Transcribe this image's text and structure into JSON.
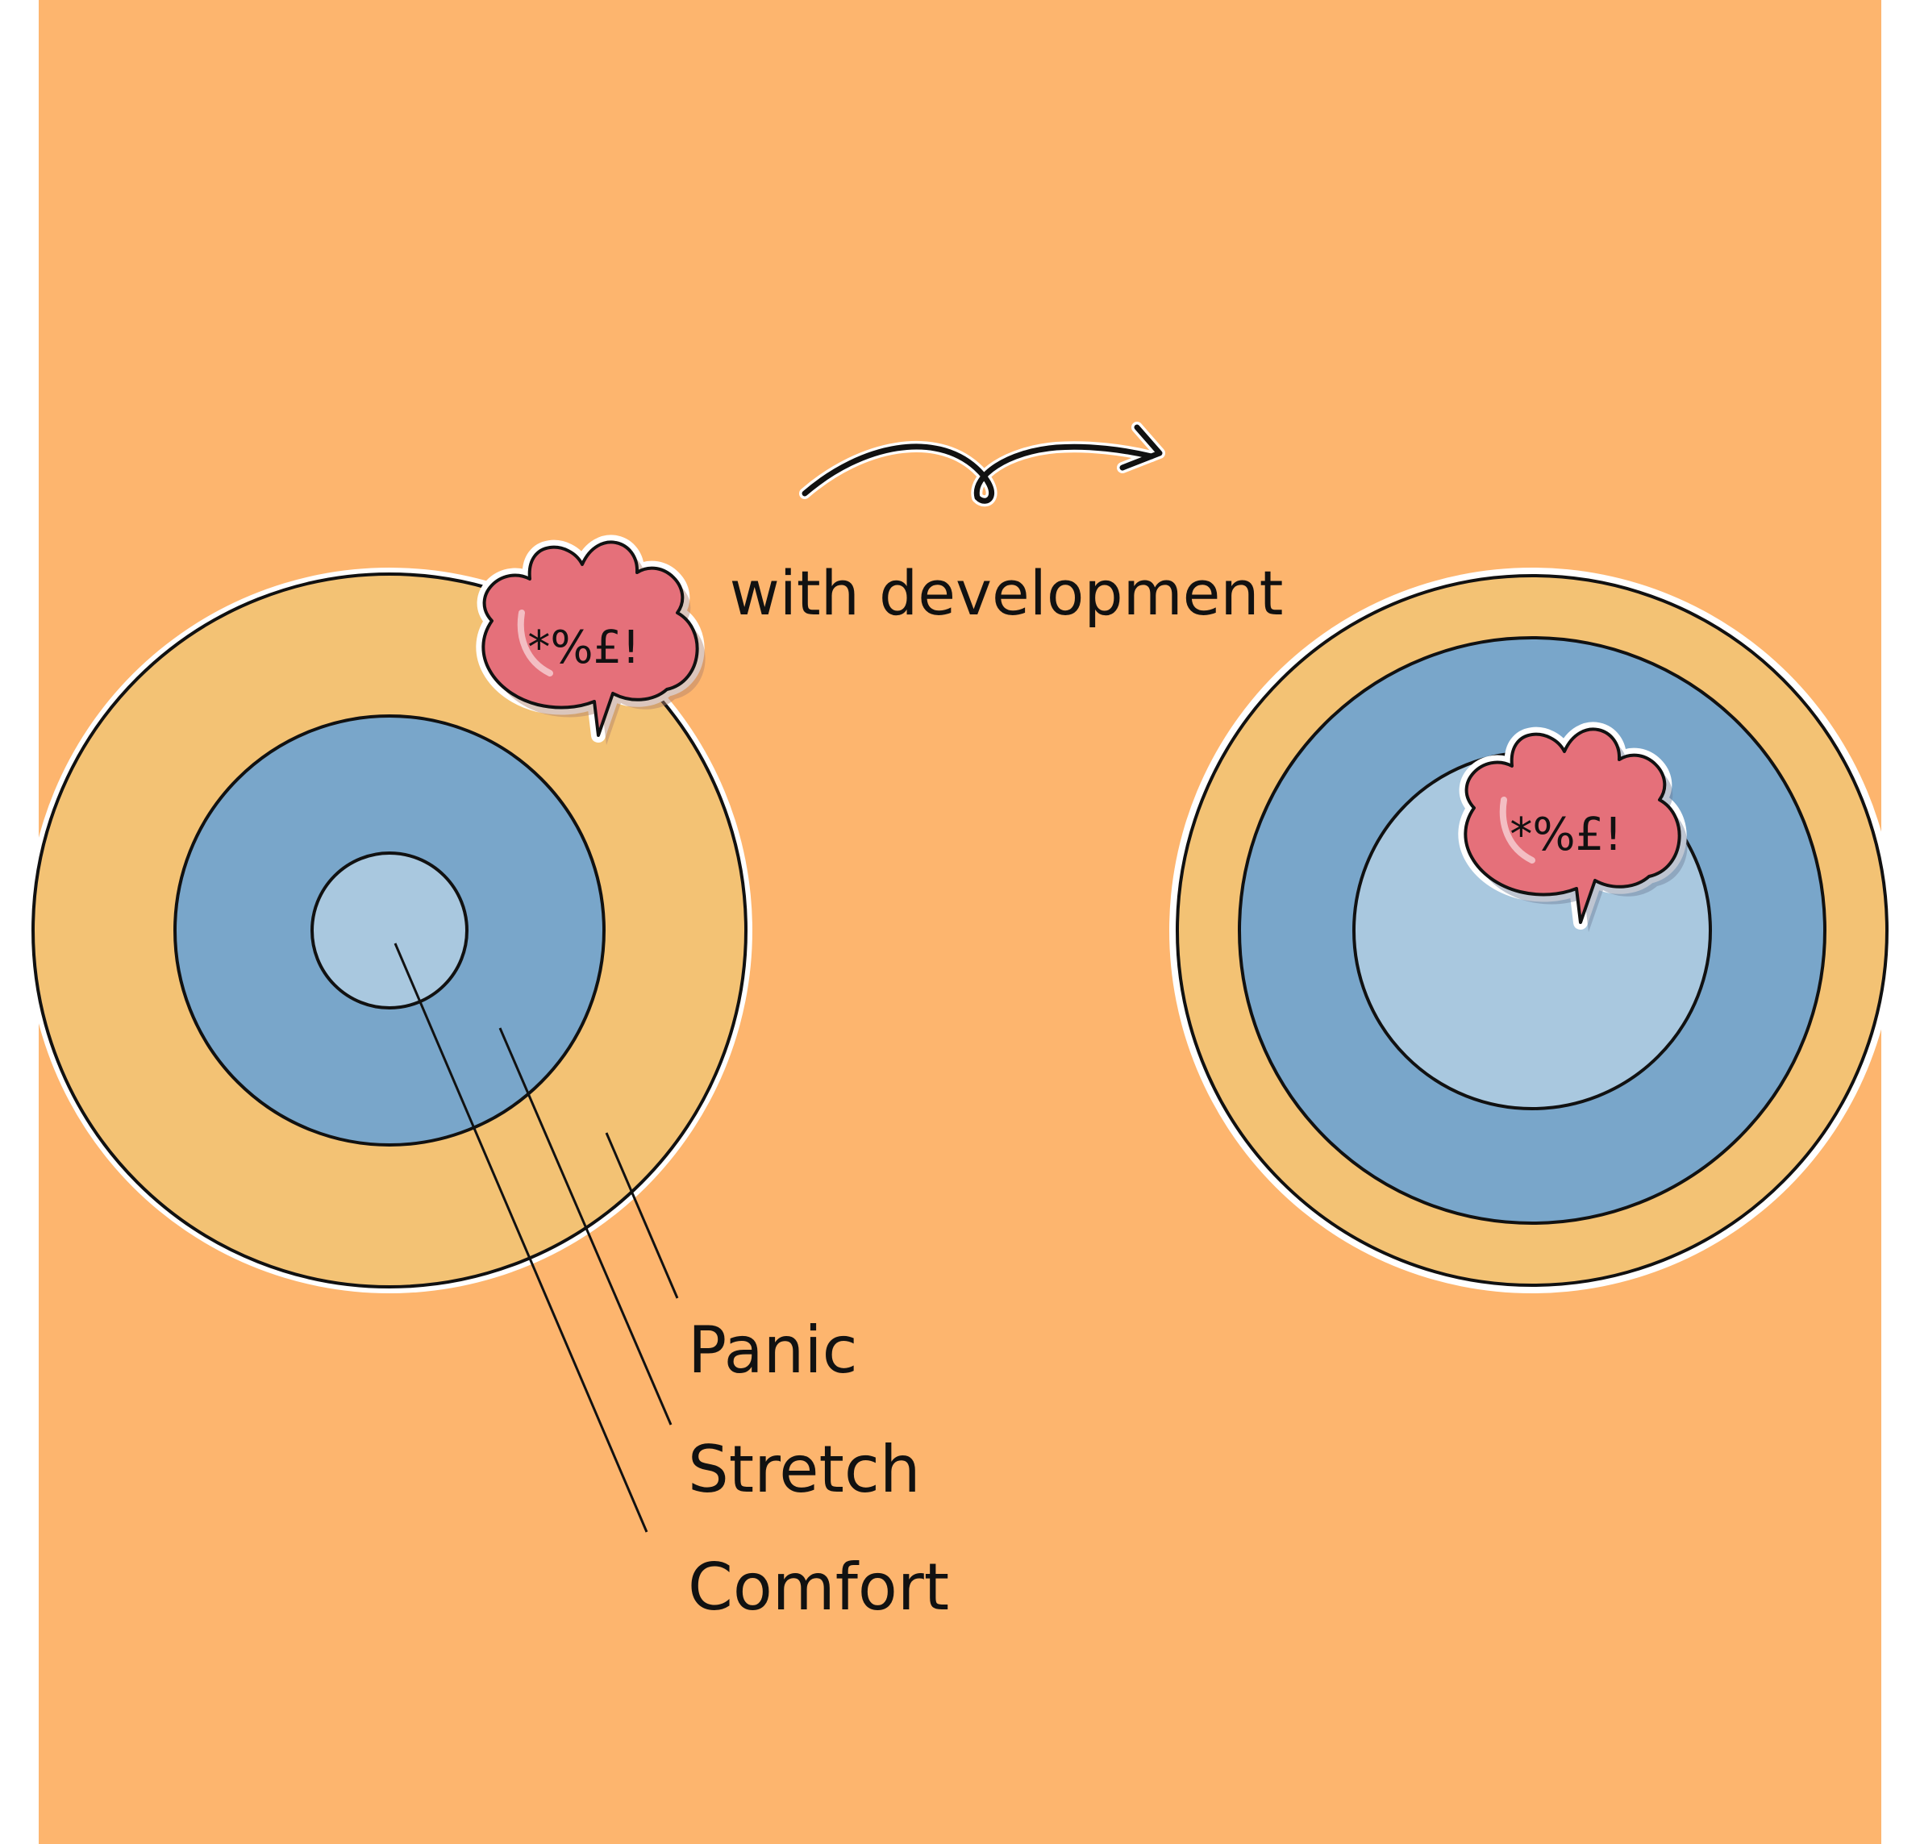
{
  "diagram": {
    "transition_label": "with development",
    "zone_labels": {
      "panic": "Panic",
      "stretch": "Stretch",
      "comfort": "Comfort"
    },
    "bubble_text": "*%£!",
    "colors": {
      "background": "#FDB56E",
      "page_margin": "#FFFFFF",
      "panic_zone": "#F3C274",
      "stretch_zone": "#79A6CA",
      "comfort_zone": "#A9C8DF",
      "speech_bubble": "#E5707A",
      "ink": "#111111"
    },
    "icons": {
      "arrow": "curved-arrow-right-icon",
      "bubble": "angry-speech-bubble-icon"
    }
  }
}
